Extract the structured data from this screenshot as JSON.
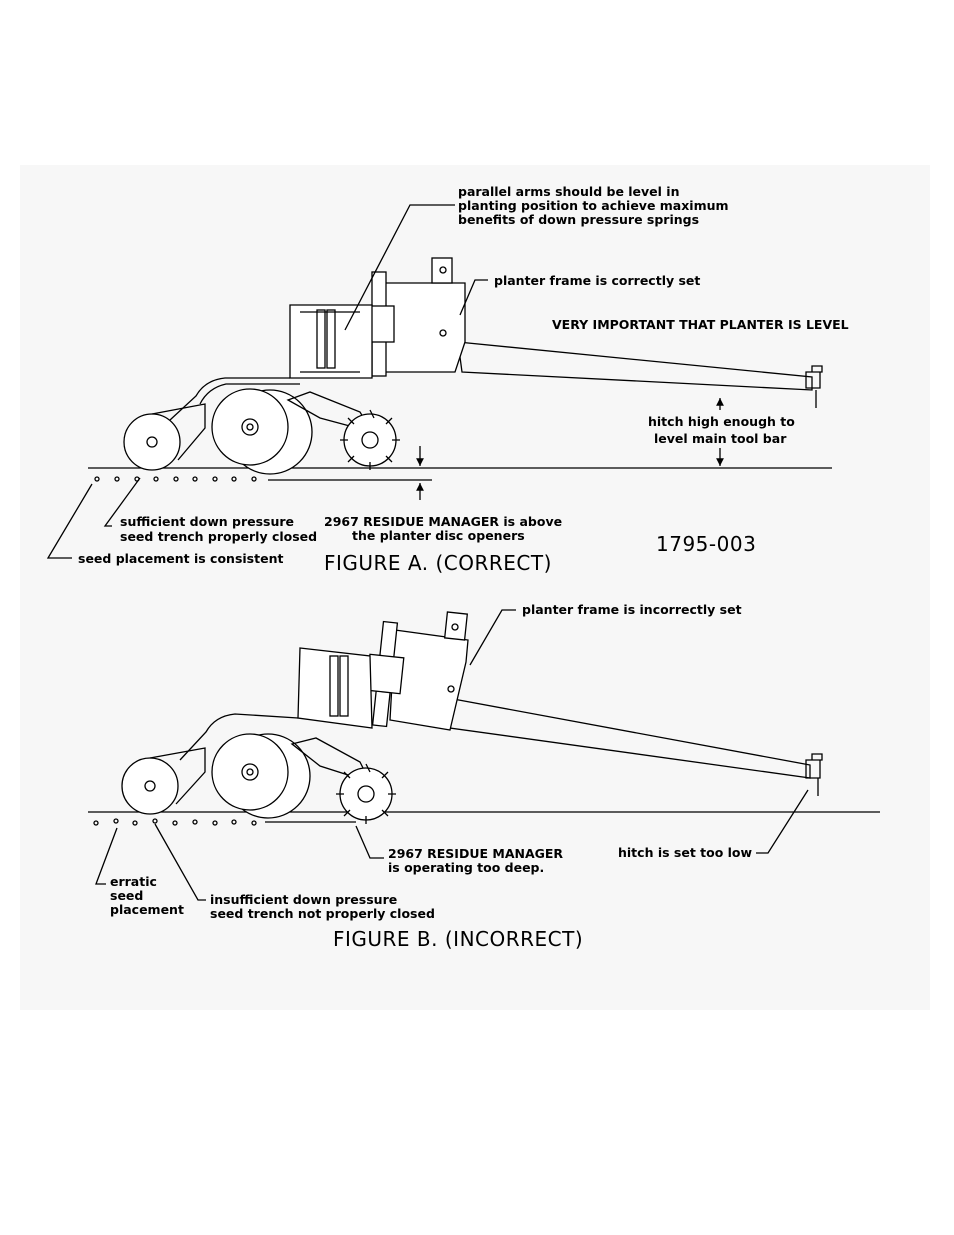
{
  "figure_a": {
    "caption": "FIGURE A. (CORRECT)",
    "drawing_number": "1795-003",
    "callouts": {
      "parallel_arms_1": "parallel arms should be level in",
      "parallel_arms_2": "planting position to achieve maximum",
      "parallel_arms_3": "benefits of down pressure springs",
      "frame": "planter frame is correctly set",
      "level": "VERY IMPORTANT THAT PLANTER IS LEVEL",
      "hitch_1": "hitch high enough to",
      "hitch_2": "level main tool bar",
      "pressure_1": "sufficient down pressure",
      "pressure_2": "seed trench properly closed",
      "residue_1": "2967 RESIDUE MANAGER is above",
      "residue_2": "the planter disc openers",
      "seed": "seed placement is consistent"
    }
  },
  "figure_b": {
    "caption": "FIGURE B. (INCORRECT)",
    "callouts": {
      "frame": "planter frame is incorrectly set",
      "residue_1": "2967 RESIDUE MANAGER",
      "residue_2": "is operating too deep.",
      "hitch": "hitch is set too low",
      "seed_1": "erratic",
      "seed_2": "seed",
      "seed_3": "placement",
      "pressure_1": "insufficient down pressure",
      "pressure_2": "seed trench not properly closed"
    }
  }
}
